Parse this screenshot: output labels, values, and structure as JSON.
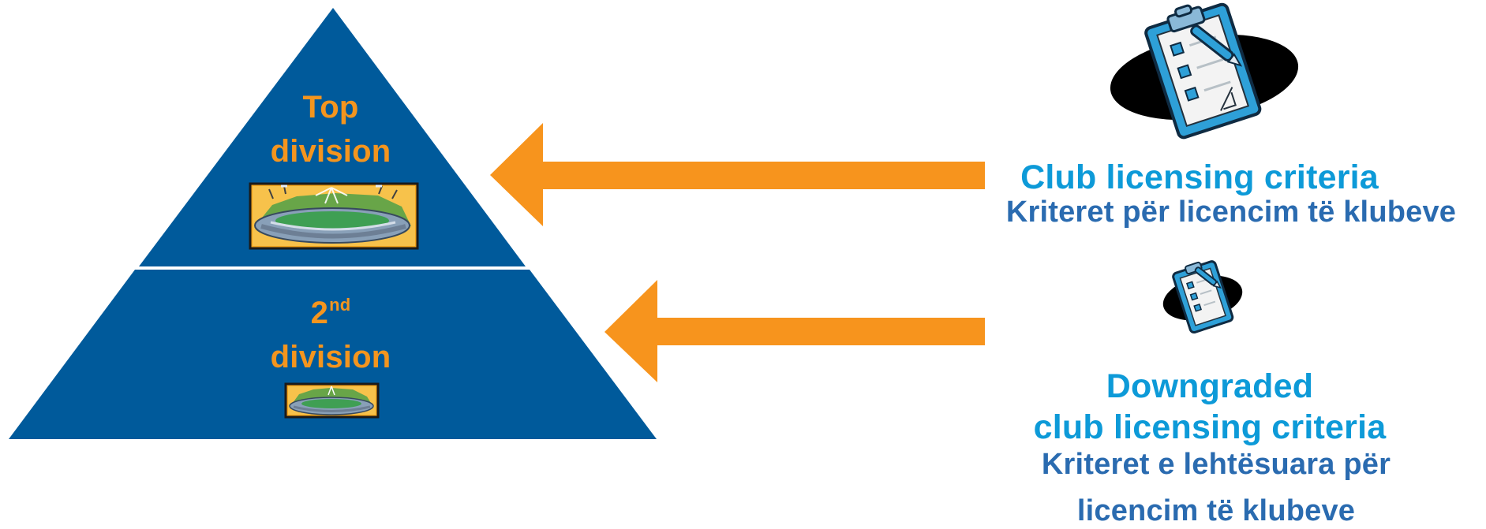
{
  "diagram": {
    "pyramid": {
      "top_tier": {
        "line1": "Top",
        "line2": "division"
      },
      "second_tier": {
        "number": "2",
        "suffix": "nd",
        "line2": "division"
      },
      "colors": {
        "pyramid_fill": "#005a9b",
        "label_orange": "#f4951e",
        "divider": "#ffffff"
      },
      "icons": [
        "stadium-icon",
        "stadium-small-icon"
      ]
    },
    "arrows": {
      "color": "#f7941d",
      "items": [
        "arrow-to-top-division",
        "arrow-to-second-division"
      ]
    },
    "criteria_top": {
      "title": "Club licensing criteria",
      "subtitle": "Kriteret për licencim të klubeve",
      "icon": "clipboard-checklist-icon",
      "colors": {
        "title": "#0d9ad8",
        "subtitle": "#2a6bb0"
      }
    },
    "criteria_second": {
      "title_line1": "Downgraded",
      "title_line2": "club licensing criteria",
      "subtitle_line1": "Kriteret e lehtësuara për",
      "subtitle_line2": "licencim të klubeve",
      "icon": "clipboard-checklist-small-icon",
      "colors": {
        "title": "#0d9ad8",
        "subtitle": "#2a6bb0"
      }
    }
  }
}
